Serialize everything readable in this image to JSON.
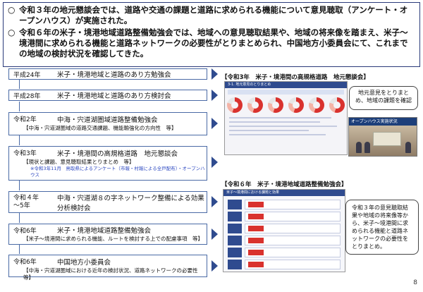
{
  "summary": [
    {
      "bullet": "○",
      "text": "令和３年の地元懇談会では、道路や交通の課題と道路に求められる機能について意見聴取（アンケート・オープンハウス）が実施された。"
    },
    {
      "bullet": "○",
      "text": "令和６年の米子・境港地域道路整備勉強会では、地域への意見聴取結果や、地域の将来像を踏まえ、米子～境港間に求められる機能と道路ネットワークの必要性がとりまとめられ、中国地方小委員会にて、これまでの地域の検討状況を確認してきた。"
    }
  ],
  "timeline": [
    {
      "year": "平成24年",
      "title": "米子・境港地域と道路のあり方勉強会"
    },
    {
      "year": "平成28年",
      "title": "米子・境港地域と道路のあり方検討会"
    },
    {
      "year": "令和2年",
      "title": "中海・宍道湖圏域道路整備勉強会",
      "detail": "【中海・宍道湖圏域の道路交通課題、機能輸強化の方向性　等】"
    },
    {
      "year": "令和3年",
      "title": "米子・境港間の高規格道路　地元懇談会",
      "detail": "【現状と課題、意見聴取結果とりまとめ　等】",
      "note": "※令和3年11月　鳥取県によるアンケート（市報・村報による全戸配布）・オープンハウス"
    },
    {
      "year": "令和４年\n～5年",
      "title": "中海・宍道湖８の字ネットワーク整備による効果分析検討会"
    },
    {
      "year": "令和6年",
      "title": "米子・境港地域道路整備勉強会",
      "detail": "【米子～境港間に求められる機能、ルートを検討する上での配慮事項　等】"
    },
    {
      "year": "令和6年",
      "title": "中国地方小委員会",
      "detail": "【中海・宍道湖圏域における近年の検討状況、道路ネットワークの必要性　等】"
    }
  ],
  "captions": {
    "konwakai": "【令和3年　米子・境港間の高規格道路　地元懇談会】",
    "benkyokai": "【令和６年　米子・境港地域道路整備勉強会】"
  },
  "callouts": {
    "c1": "地元意見をとりまとめ、地域の課題を確認",
    "c2": "令和３年の意見聴取結果や地域の将来像等から、米子～境港間に求められる機能と道路ネットワークの必要性をとりまとめ。"
  },
  "photo_labels": {
    "slide1_header": "3-1. 地元意見のとりまとめ",
    "openhouse": "オープンハウス実施状況",
    "slide2_header": "米子～境港間における課題と効果"
  },
  "page_number": "8"
}
